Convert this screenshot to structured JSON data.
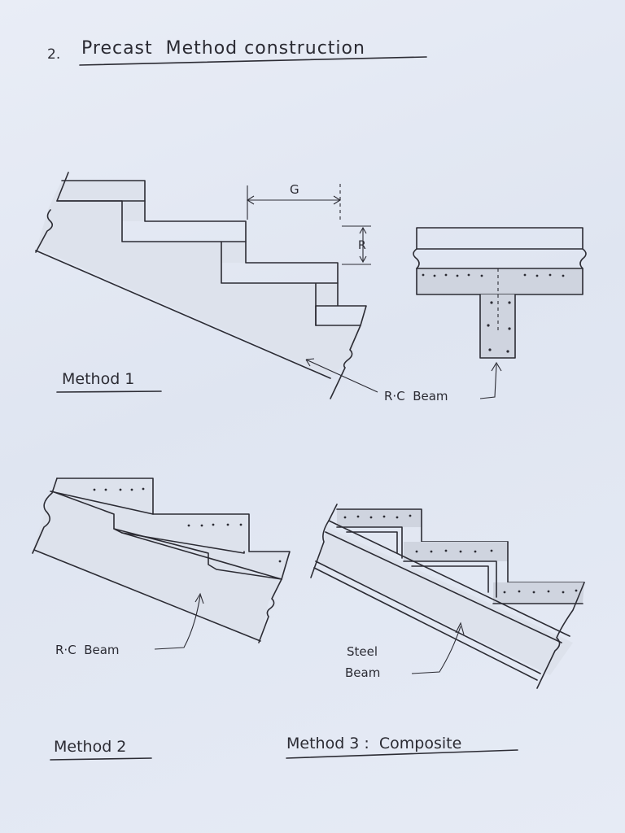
{
  "title": {
    "number": "2.",
    "text": "Precast  Method construction"
  },
  "method1": {
    "caption": "Method 1",
    "dim_going": "G",
    "dim_rise": "R",
    "beam_label": "R·C  Beam"
  },
  "method2": {
    "caption": "Method 2",
    "beam_label": "R·C  Beam"
  },
  "method3": {
    "caption": "Method 3 :  Composite",
    "beam_label_line1": "Steel",
    "beam_label_line2": "Beam"
  },
  "colors": {
    "ink": "#2c2c34",
    "paper": "#e6ebf5",
    "shade": "#cfd4df"
  }
}
